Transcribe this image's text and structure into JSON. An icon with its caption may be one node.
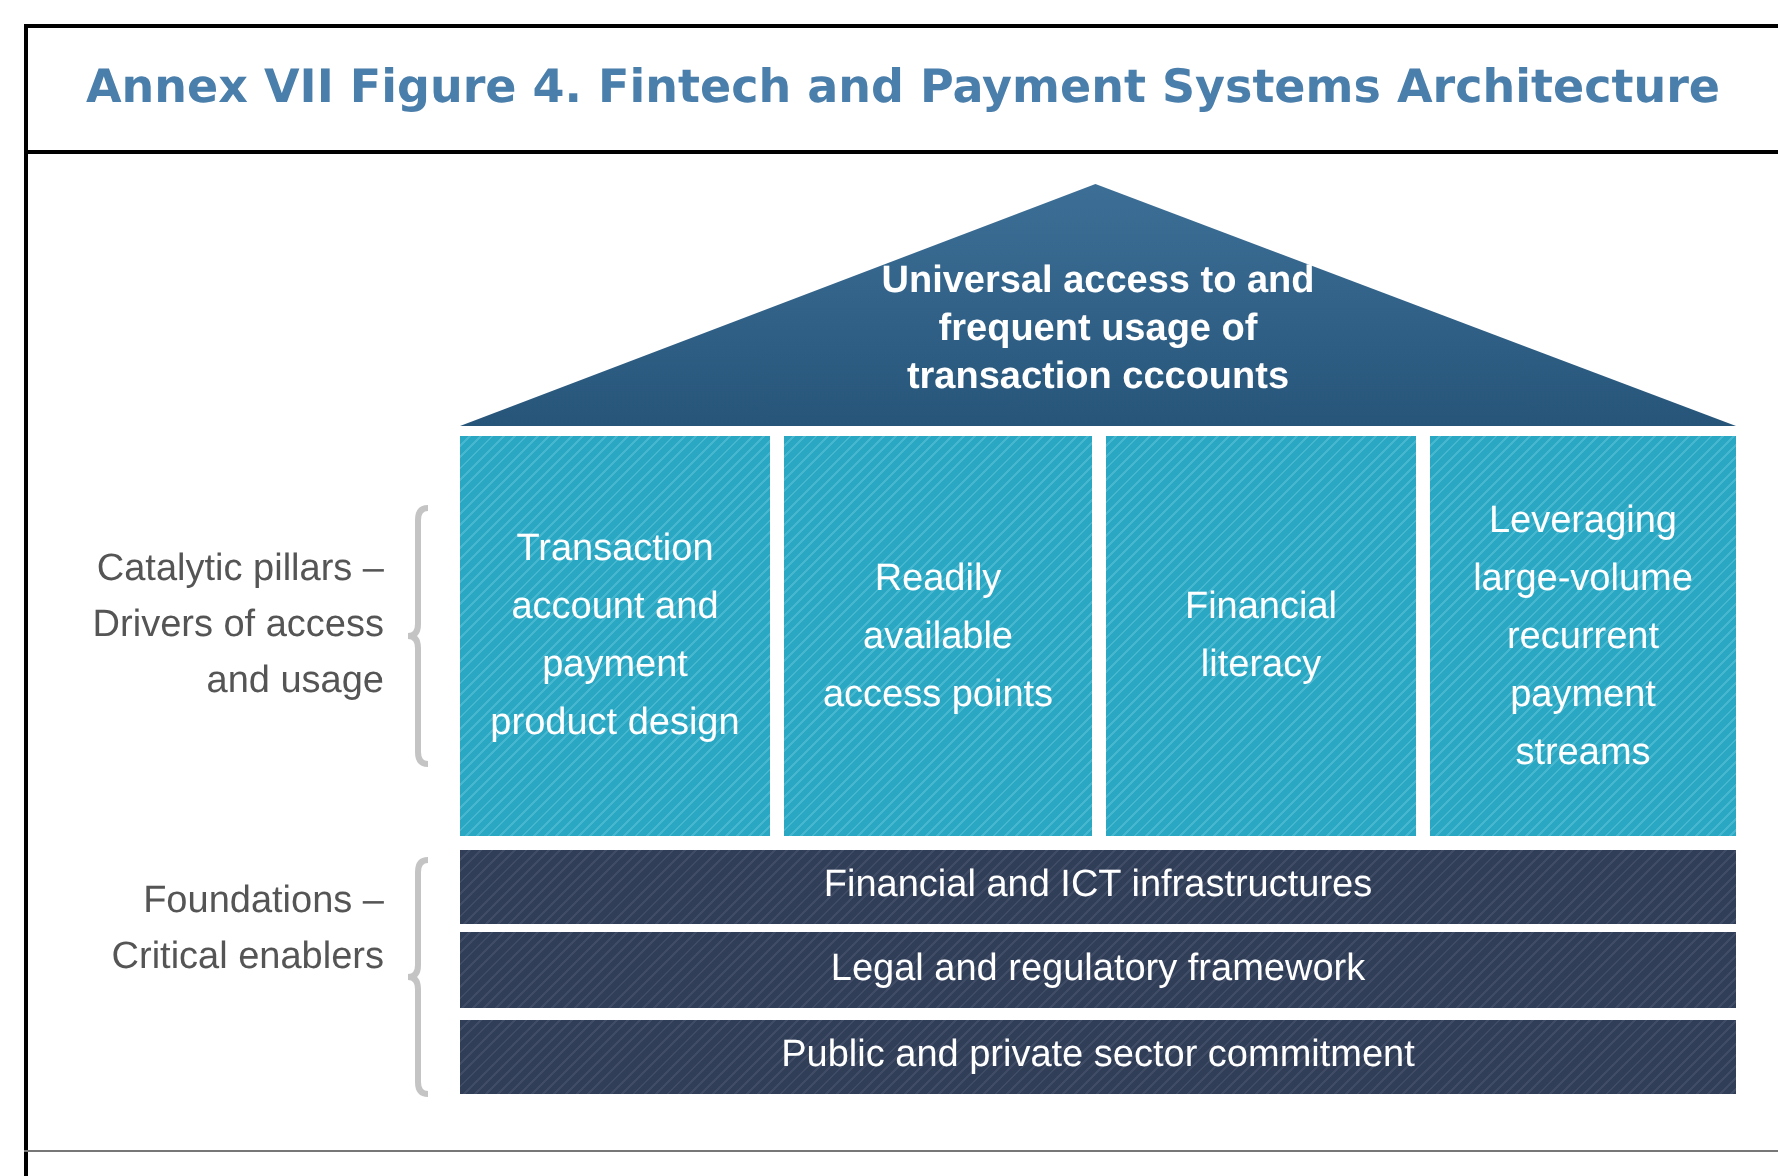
{
  "diagram": {
    "title": "Annex VII Figure 4. Fintech and Payment Systems Architecture",
    "nodes": [
      {
        "text": [
          "Universal access to and  frequent usage of transaction cccounts"
        ]
      },
      {
        "text": [
          "Transaction account and payment product design"
        ]
      },
      {
        "text": [
          "Readily available access points"
        ]
      },
      {
        "text": [
          "Financial literacy"
        ]
      },
      {
        "text": [
          "Leveraging large-volume recurrent payment streams"
        ]
      },
      {
        "text": [
          "Financial and ICT infrastructures"
        ]
      },
      {
        "text": [
          "Legal and regulatory framework"
        ]
      },
      {
        "text": [
          "Public and private sector commitment"
        ]
      }
    ],
    "labels": [
      "Catalytic pillars – Drivers of access and usage",
      "Foundations – Critical enablers"
    ]
  }
}
